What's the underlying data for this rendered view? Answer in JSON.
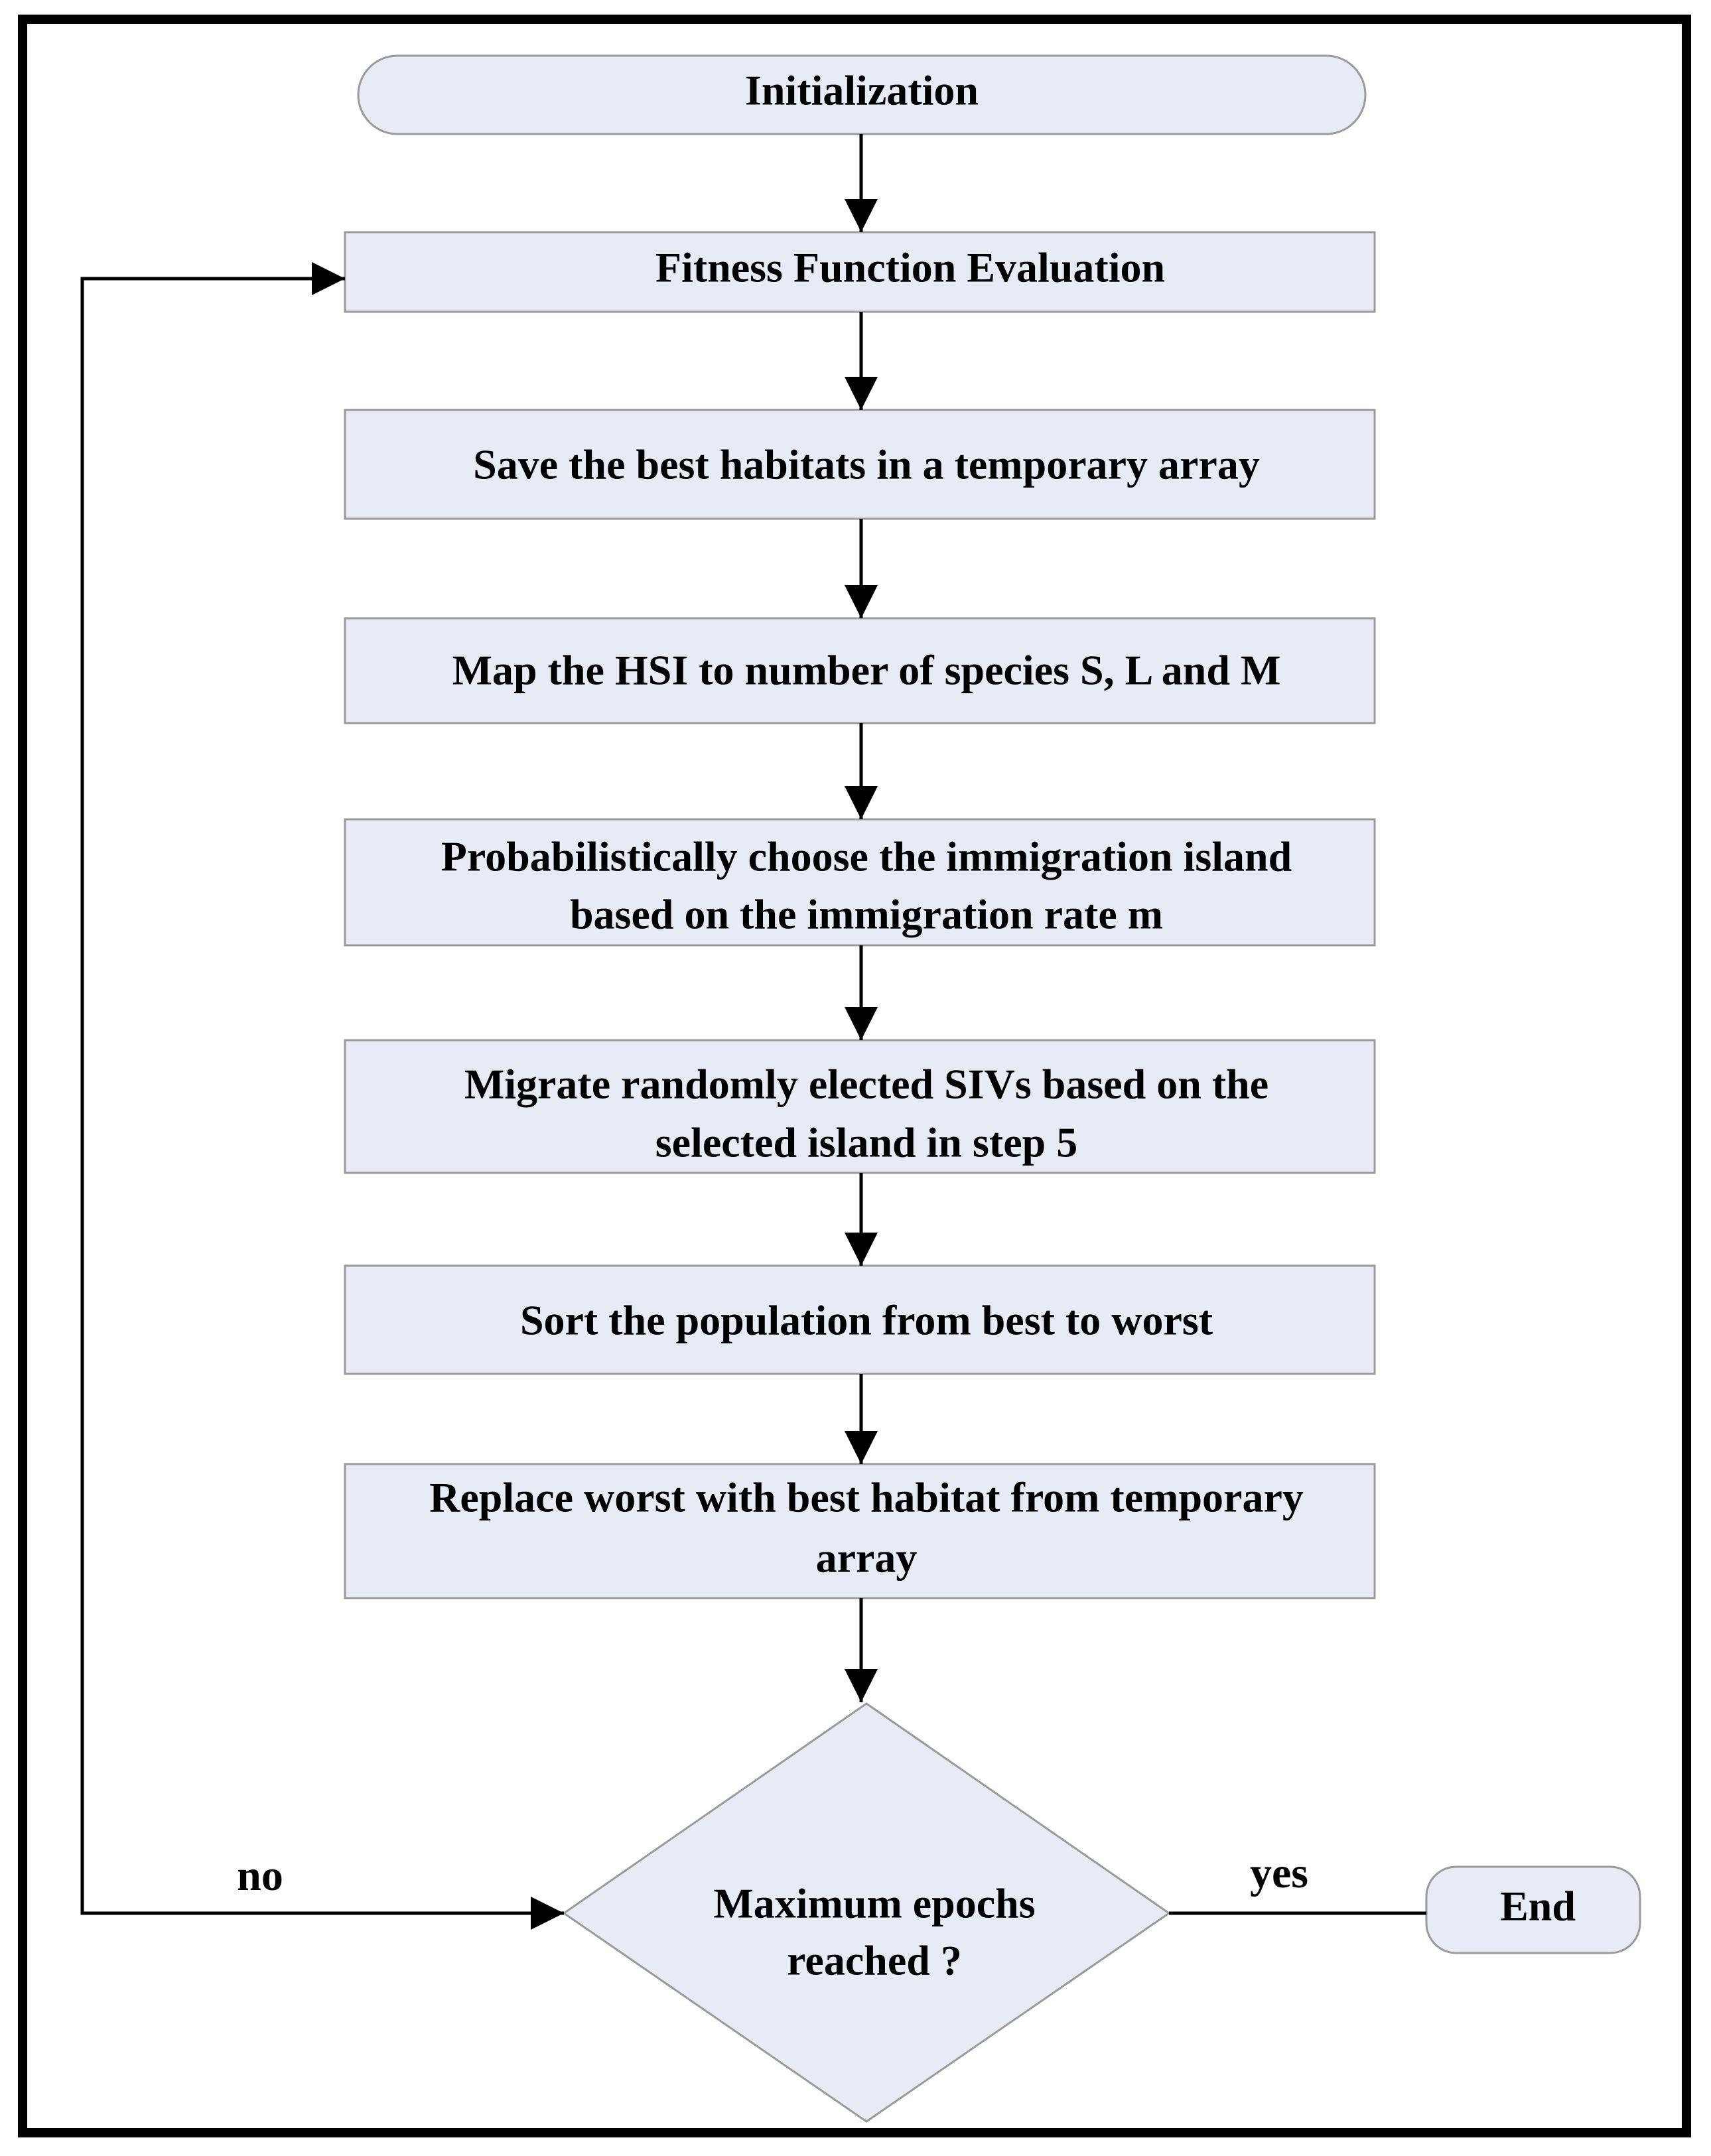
{
  "nodes": [
    {
      "id": "n1",
      "shape": "terminal",
      "lines": [
        "Initialization"
      ]
    },
    {
      "id": "n2",
      "shape": "process",
      "lines": [
        "Fitness Function Evaluation"
      ]
    },
    {
      "id": "n3",
      "shape": "process",
      "lines": [
        "Save the best habitats in a temporary array"
      ]
    },
    {
      "id": "n4",
      "shape": "process",
      "lines": [
        "Map the HSI to number of species S, L and M"
      ]
    },
    {
      "id": "n5",
      "shape": "process",
      "lines": [
        "Probabilistically choose the immigration island",
        "based on the immigration rate m"
      ]
    },
    {
      "id": "n6",
      "shape": "process",
      "lines": [
        "Migrate randomly elected SIVs based on the",
        "selected island in step 5"
      ]
    },
    {
      "id": "n7",
      "shape": "process",
      "lines": [
        "Sort the population from best to worst"
      ]
    },
    {
      "id": "n8",
      "shape": "process",
      "lines": [
        "Replace worst with best habitat from temporary",
        "array"
      ]
    },
    {
      "id": "n9",
      "shape": "decision",
      "lines": [
        "Maximum epochs",
        "reached ?"
      ]
    },
    {
      "id": "n10",
      "shape": "terminal",
      "lines": [
        "End"
      ]
    }
  ],
  "edges": [
    {
      "from": "n1",
      "to": "n2",
      "label": ""
    },
    {
      "from": "n2",
      "to": "n3",
      "label": ""
    },
    {
      "from": "n3",
      "to": "n4",
      "label": ""
    },
    {
      "from": "n4",
      "to": "n5",
      "label": ""
    },
    {
      "from": "n5",
      "to": "n6",
      "label": ""
    },
    {
      "from": "n6",
      "to": "n7",
      "label": ""
    },
    {
      "from": "n7",
      "to": "n8",
      "label": ""
    },
    {
      "from": "n8",
      "to": "n9",
      "label": ""
    },
    {
      "from": "n9",
      "to": "n2",
      "label": "no"
    },
    {
      "from": "n9",
      "to": "n10",
      "label": "yes"
    }
  ],
  "colors": {
    "fill": "#e6ebf5",
    "border": "#9a9a9a",
    "line": "#000000"
  }
}
